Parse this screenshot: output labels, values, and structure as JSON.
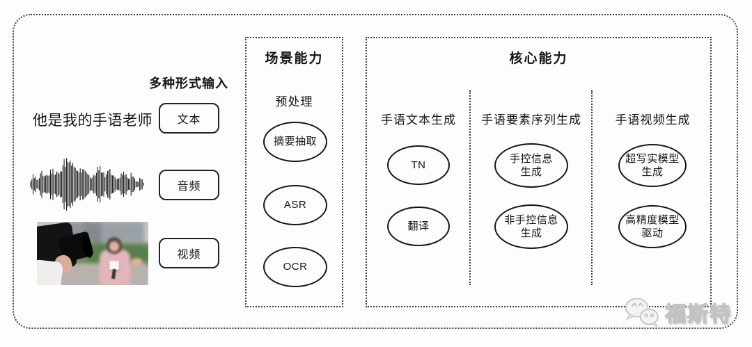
{
  "colors": {
    "line": "#3c3c3c",
    "ink": "#141414",
    "watermark_gray": "#c2c2c2"
  },
  "input_section": {
    "label": "多种形式输入",
    "sample_text": "他是我的手语老师",
    "items": [
      {
        "label": "文本"
      },
      {
        "label": "音频"
      },
      {
        "label": "视频"
      }
    ]
  },
  "scene_panel": {
    "title": "场景能力",
    "subtitle": "预处理",
    "nodes": [
      [
        "摘要抽取"
      ],
      [
        "ASR"
      ],
      [
        "OCR"
      ]
    ]
  },
  "core_panel": {
    "title": "核心能力",
    "columns": [
      {
        "label": "手语文本生成",
        "nodes": [
          [
            "TN"
          ],
          [
            "翻译"
          ]
        ]
      },
      {
        "label": "手语要素序列生成",
        "nodes": [
          [
            "手控信息",
            "生成"
          ],
          [
            "非手控信息",
            "生成"
          ]
        ]
      },
      {
        "label": "手语视频生成",
        "nodes": [
          [
            "超写实模型",
            "生成"
          ],
          [
            "高精度模型",
            "驱动"
          ]
        ]
      }
    ]
  },
  "watermark": {
    "text": "福斯特"
  }
}
